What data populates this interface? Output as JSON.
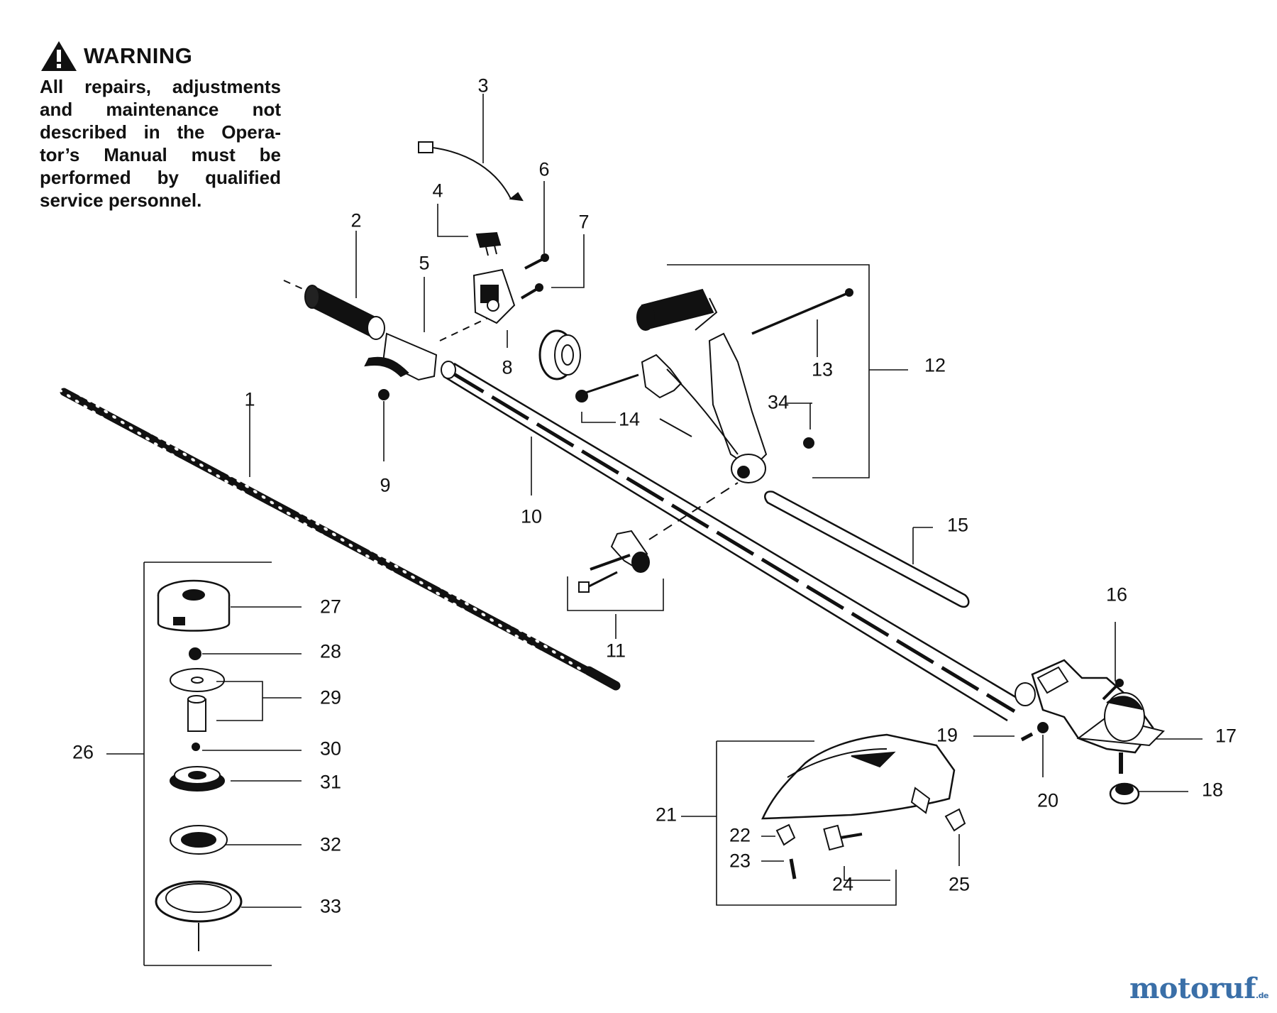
{
  "warning": {
    "title": "WARNING",
    "lines": [
      "All repairs, adjustments",
      "and maintenance not",
      "described in the Opera-",
      "tor’s Manual must be",
      "performed by qualified",
      "service personnel."
    ]
  },
  "callouts": [
    "1",
    "2",
    "3",
    "4",
    "5",
    "6",
    "7",
    "8",
    "9",
    "10",
    "11",
    "12",
    "13",
    "14",
    "15",
    "16",
    "17",
    "18",
    "19",
    "20",
    "21",
    "22",
    "23",
    "24",
    "25",
    "26",
    "27",
    "28",
    "29",
    "30",
    "31",
    "32",
    "33",
    "34"
  ],
  "watermark": {
    "brand": "motoruf",
    "tld": ".de"
  },
  "colors": {
    "ink": "#111111",
    "watermark_blue": "#3a6fa8",
    "watermark_orange": "#f08a1c"
  }
}
